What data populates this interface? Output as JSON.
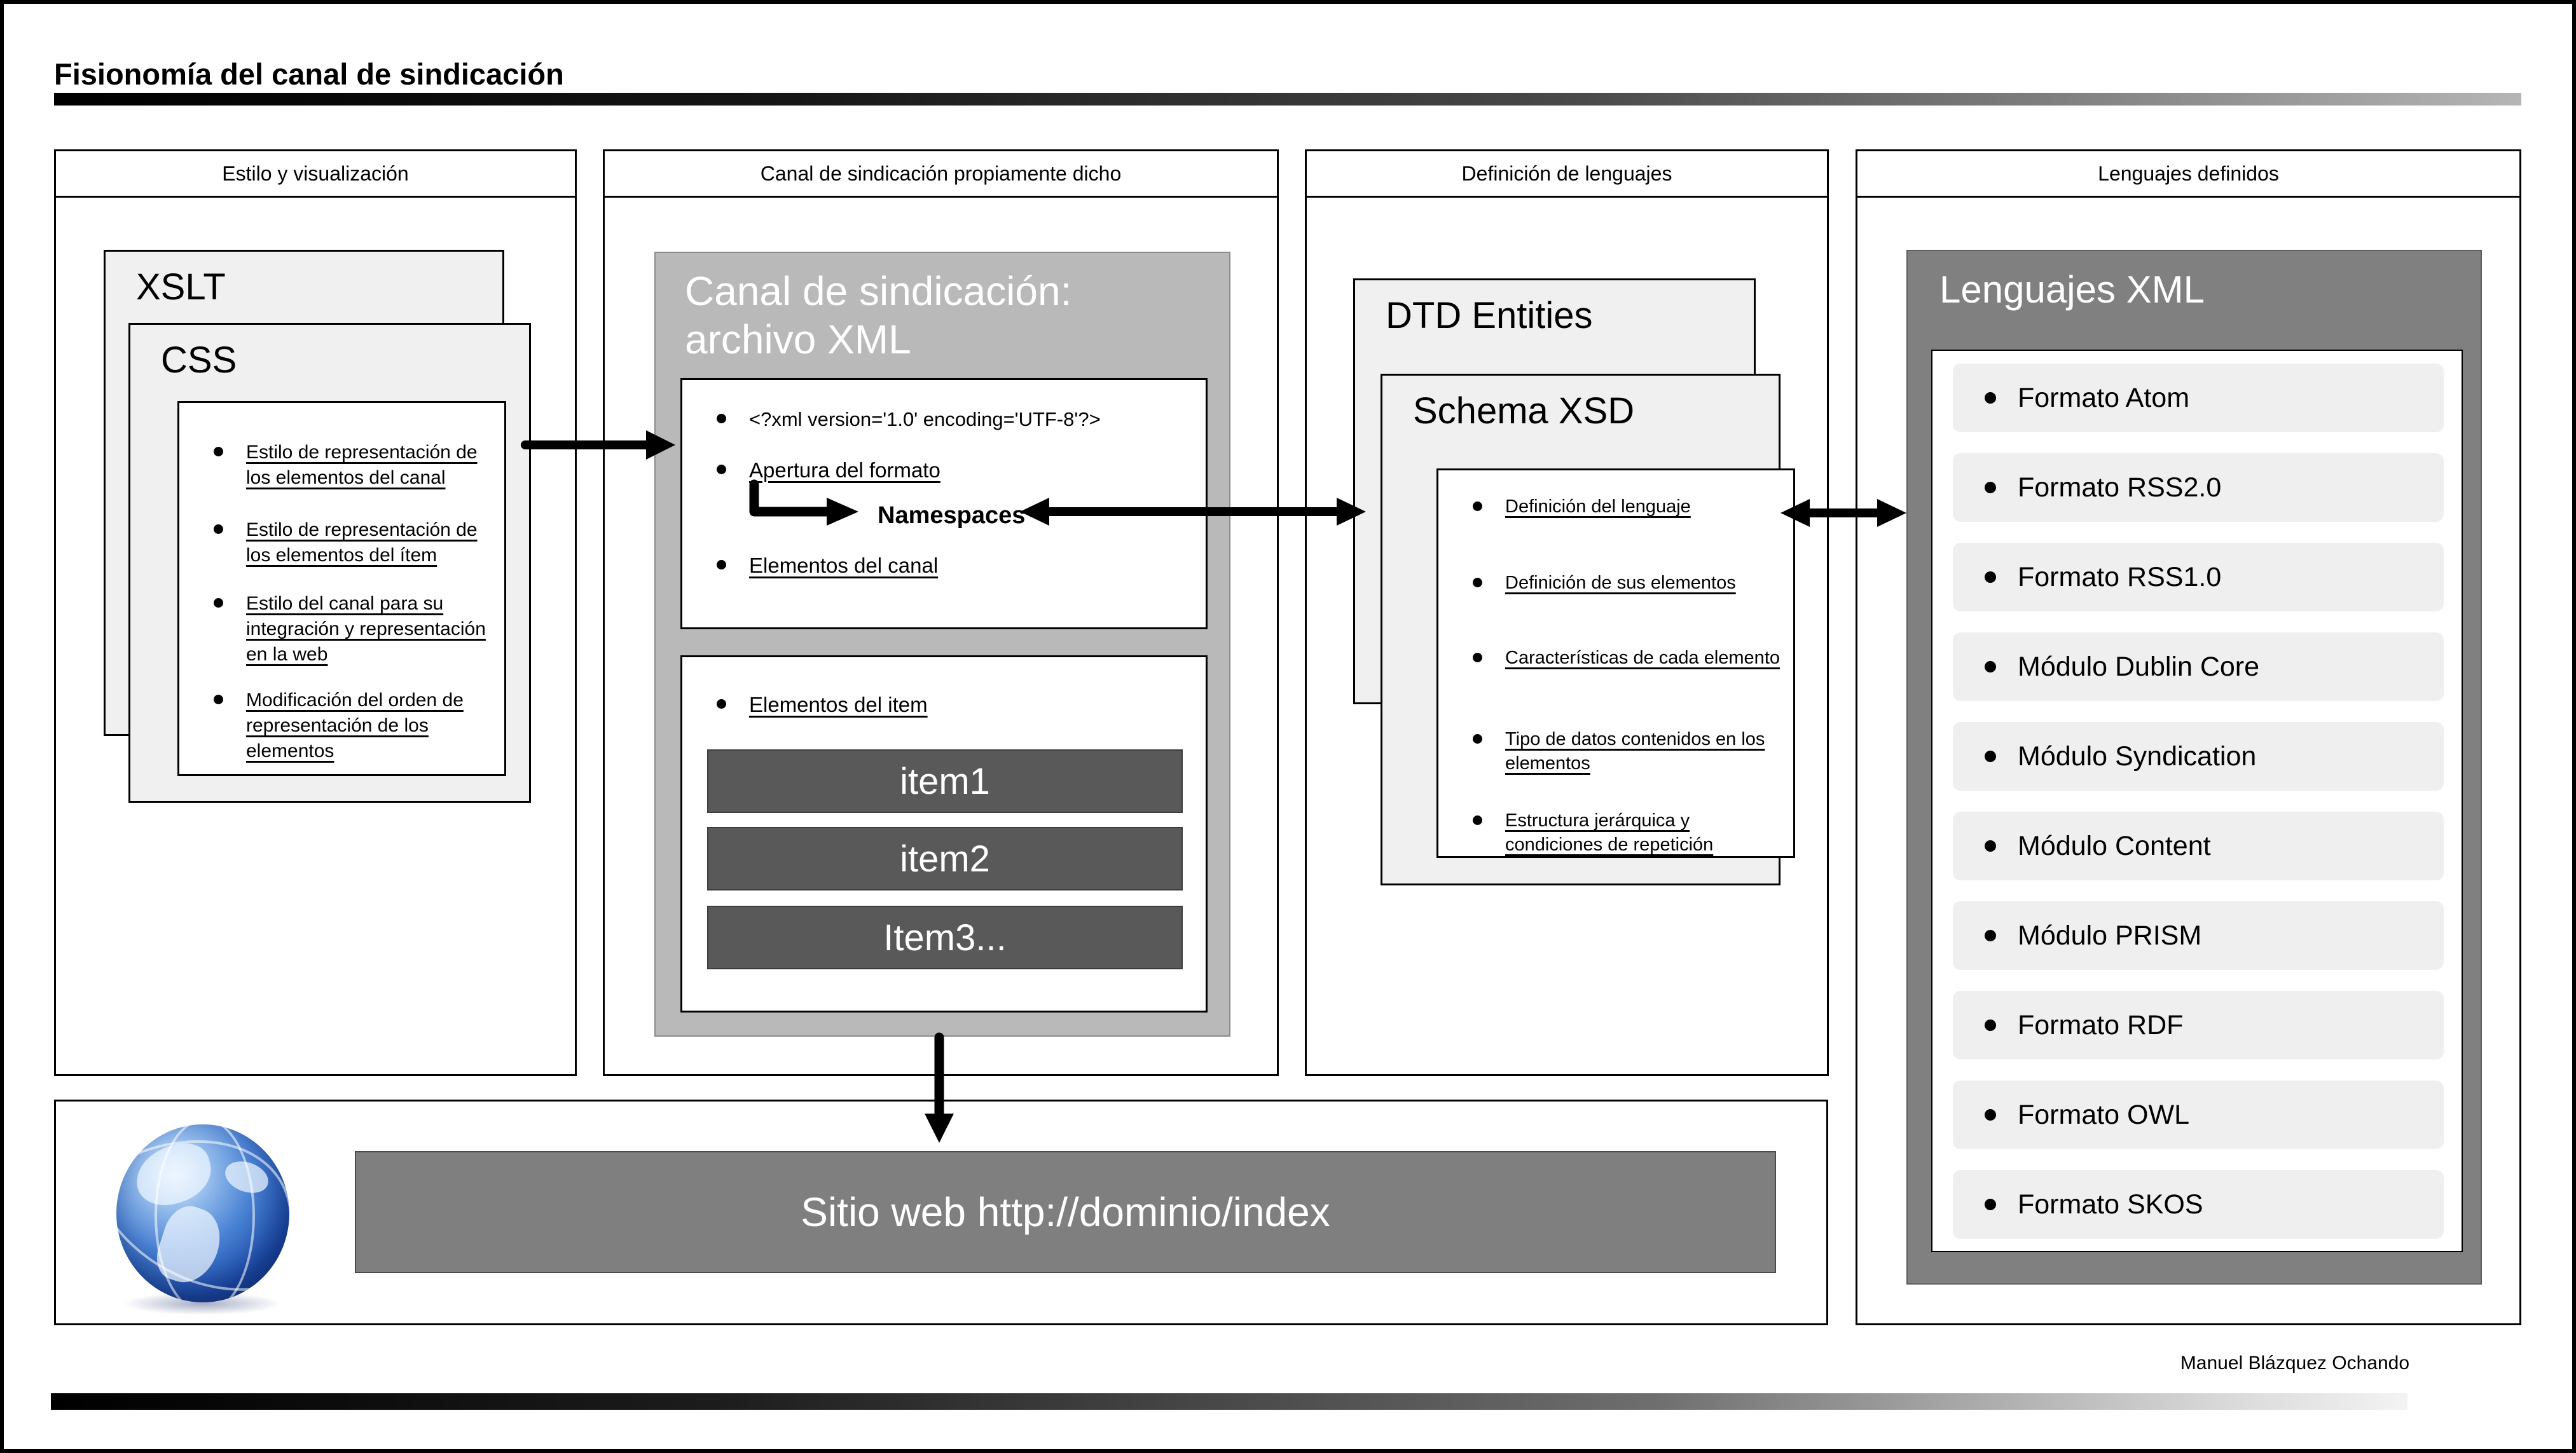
{
  "title": "Fisionomía del canal de sindicación",
  "columns": {
    "col1": {
      "header": "Estilo y visualización",
      "xslt_label": "XSLT",
      "css_label": "CSS",
      "bullets": [
        "Estilo de representación de los elementos del canal",
        "Estilo de representación de los elementos del ítem",
        "Estilo del canal para su integración y representación en la web",
        "Modificación del orden de representación de los elementos"
      ]
    },
    "col2": {
      "header": "Canal de sindicación propiamente dicho",
      "box_title_line1": "Canal de sindicación:",
      "box_title_line2": "archivo XML",
      "xml_declaration": "<?xml version='1.0' encoding='UTF-8'?>",
      "apertura_label": "Apertura del formato",
      "namespaces_label": "Namespaces",
      "elementos_canal_label": "Elementos del canal",
      "elementos_item_label": "Elementos del item",
      "items": [
        "item1",
        "item2",
        "Item3..."
      ]
    },
    "col3": {
      "header": "Definición de lenguajes",
      "dtd_label": "DTD Entities",
      "schema_label": "Schema XSD",
      "bullets": [
        "Definición del lenguaje",
        "Definición de sus elementos",
        "Características de cada elemento",
        "Tipo de datos contenidos en los elementos",
        "Estructura jerárquica y condiciones de repetición"
      ]
    },
    "col4": {
      "header": "Lenguajes definidos",
      "box_title": "Lenguajes XML",
      "items": [
        "Formato Atom",
        "Formato RSS2.0",
        "Formato RSS1.0",
        "Módulo Dublin Core",
        "Módulo Syndication",
        "Módulo Content",
        "Módulo PRISM",
        "Formato RDF",
        "Formato OWL",
        "Formato SKOS"
      ]
    }
  },
  "bottom": {
    "site_label": "Sitio web http://dominio/index"
  },
  "footer": {
    "author": "Manuel Blázquez Ochando"
  },
  "icons": {
    "globe": "globe-icon"
  },
  "colors": {
    "light_box": "#f0f0f0",
    "canal_gray": "#b9b9b9",
    "item_dark": "#595959",
    "panel_dark": "#808080",
    "site_bar_gray": "#7f7f7f"
  }
}
